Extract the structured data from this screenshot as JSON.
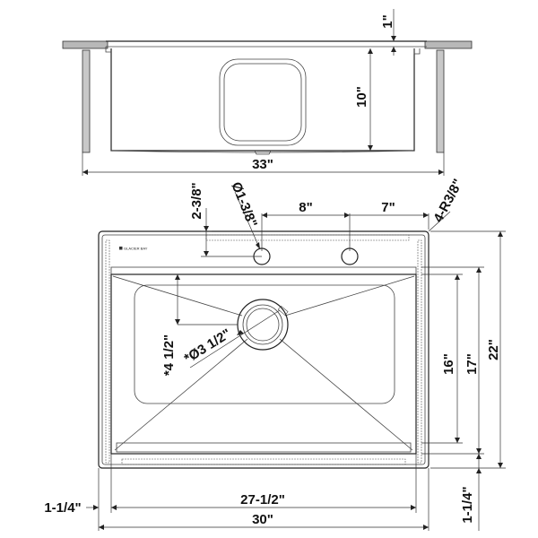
{
  "diagram": {
    "brand": "GLACIER BAY",
    "dimensions": {
      "front_rim": "1\"",
      "front_depth": "10\"",
      "front_width": "33\"",
      "drain_offset": "2-3/8\"",
      "faucet_hole": "Ø1-3/8\"",
      "faucet_spacing": "8\"",
      "faucet_edge": "7\"",
      "corner_radius": "4-R3/8\"",
      "bowl_length": "16\"",
      "inner_length": "17\"",
      "outer_length": "22\"",
      "drain_from_back": "*4 1/2\"",
      "drain_diameter": "*Ø3 1/2\"",
      "side_margin": "1-1/4\"",
      "bottom_margin": "1-1/4\"",
      "inner_width": "27-1/2\"",
      "outer_width": "30\""
    }
  }
}
